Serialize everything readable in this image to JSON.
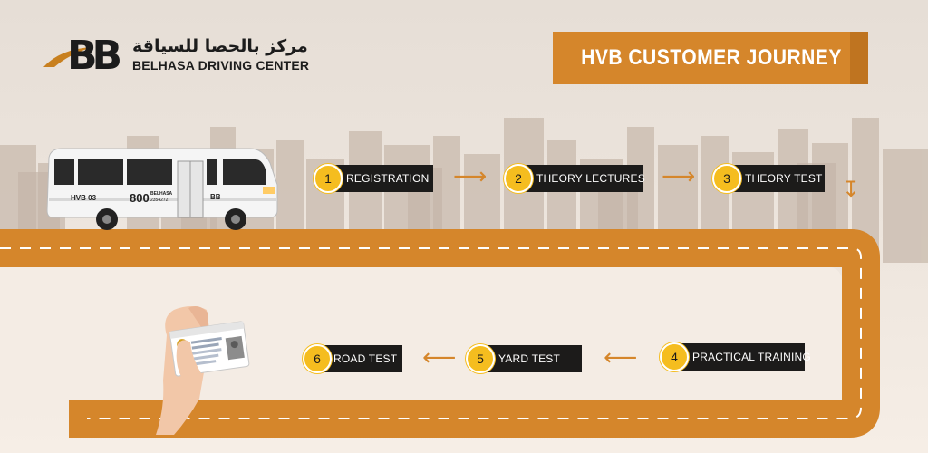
{
  "header": {
    "logo_mark": "BB",
    "logo_arabic": "مركز بالحصا للسياقة",
    "logo_english": "BELHASA DRIVING CENTER",
    "title": "HVB CUSTOMER JOURNEY"
  },
  "bus": {
    "route_code": "HVB 03",
    "phone_prefix": "800",
    "phone_brand": "BELHASA",
    "phone_number": "2354272",
    "door_logo": "BB"
  },
  "steps": [
    {
      "number": "1",
      "label": "REGISTRATION"
    },
    {
      "number": "2",
      "label": "THEORY LECTURES"
    },
    {
      "number": "3",
      "label": "THEORY TEST"
    },
    {
      "number": "4",
      "label": "PRACTICAL TRAINING"
    },
    {
      "number": "5",
      "label": "YARD TEST"
    },
    {
      "number": "6",
      "label": "ROAD TEST"
    }
  ],
  "colors": {
    "road": "#d5862b",
    "title_bg": "#d5862b",
    "step_bg": "#1c1b1a",
    "step_badge": "#f5bd1f",
    "skyline": "#cbbdb1"
  },
  "icons": [
    "right-arrow-icon",
    "down-arrow-icon",
    "left-arrow-icon",
    "license-card-icon",
    "hand-icon",
    "bus-icon"
  ]
}
